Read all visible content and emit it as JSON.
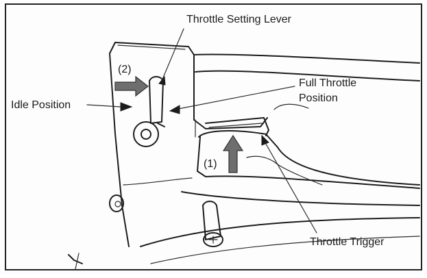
{
  "labels": {
    "throttle_setting_lever": "Throttle Setting Lever",
    "step_2": "(2)",
    "full_throttle_line1": "Full Throttle",
    "full_throttle_line2": "Position",
    "idle_position": "Idle Position",
    "step_1": "(1)",
    "throttle_trigger": "Throttle Trigger"
  },
  "colors": {
    "ink": "#1c1c1c",
    "paper": "#fdfdfd",
    "arrow_fill": "#555555"
  }
}
